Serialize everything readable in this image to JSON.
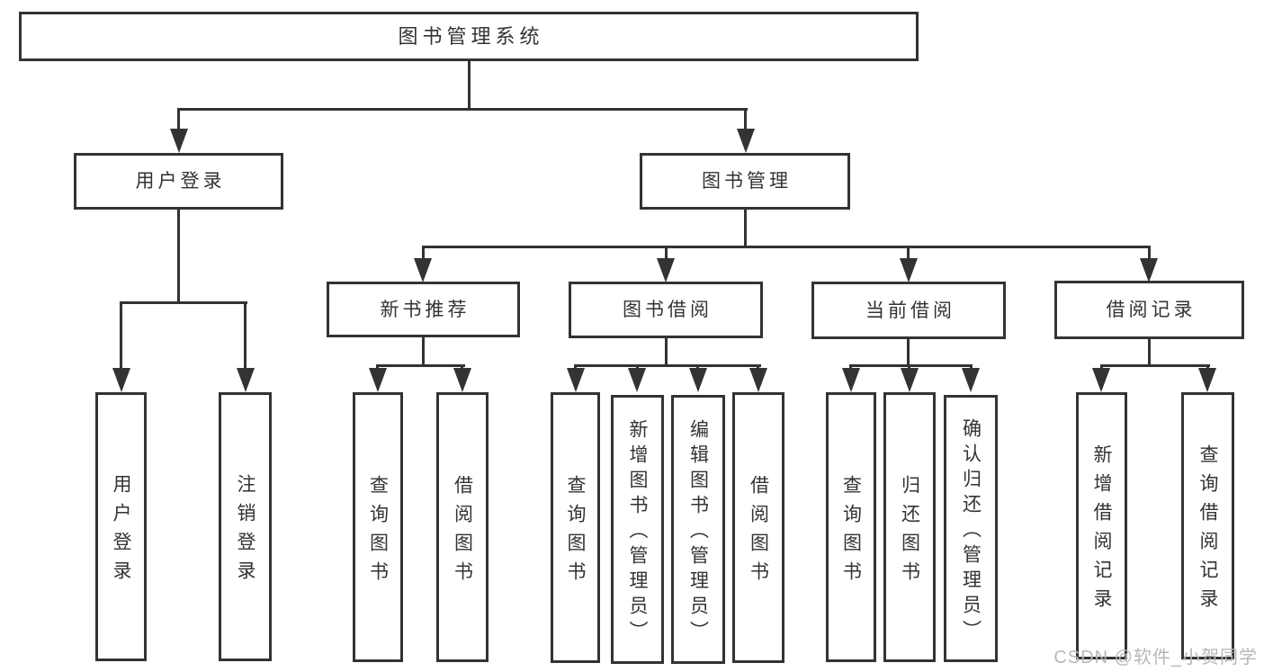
{
  "diagram_title": "图书管理系统",
  "nodes": {
    "root": {
      "label": "图书管理系统"
    },
    "userLogin": {
      "label": "用户登录"
    },
    "bookMgmt": {
      "label": "图书管理"
    },
    "newBookRec": {
      "label": "新书推荐"
    },
    "bookBorrow": {
      "label": "图书借阅"
    },
    "currentBorrow": {
      "label": "当前借阅"
    },
    "borrowRecord": {
      "label": "借阅记录"
    },
    "leafUserLogin": {
      "label": "用户登录"
    },
    "leafLogout": {
      "label": "注销登录"
    },
    "nbQueryBook": {
      "label": "查询图书"
    },
    "nbBorrowBook": {
      "label": "借阅图书"
    },
    "bbQueryBook": {
      "label": "查询图书"
    },
    "bbAddBook": {
      "label": "新增图书（管理员）"
    },
    "bbEditBook": {
      "label": "编辑图书（管理员）"
    },
    "bbBorrowBook": {
      "label": "借阅图书"
    },
    "cbQueryBook": {
      "label": "查询图书"
    },
    "cbReturnBook": {
      "label": "归还图书"
    },
    "cbConfirmReturn": {
      "label": "确认归还（管理员）"
    },
    "brAddRecord": {
      "label": "新增借阅记录"
    },
    "brQueryRecord": {
      "label": "查询借阅记录"
    }
  },
  "hierarchy": {
    "图书管理系统": {
      "用户登录": [
        "用户登录",
        "注销登录"
      ],
      "图书管理": {
        "新书推荐": [
          "查询图书",
          "借阅图书"
        ],
        "图书借阅": [
          "查询图书",
          "新增图书（管理员）",
          "编辑图书（管理员）",
          "借阅图书"
        ],
        "当前借阅": [
          "查询图书",
          "归还图书",
          "确认归还（管理员）"
        ],
        "借阅记录": [
          "新增借阅记录",
          "查询借阅记录"
        ]
      }
    }
  },
  "colors": {
    "line": "#333333",
    "box_background": "#ffffff",
    "text": "#333333",
    "watermark": "#b5b8ba"
  },
  "watermark": {
    "text": "CSDN @软件_小贺同学"
  }
}
